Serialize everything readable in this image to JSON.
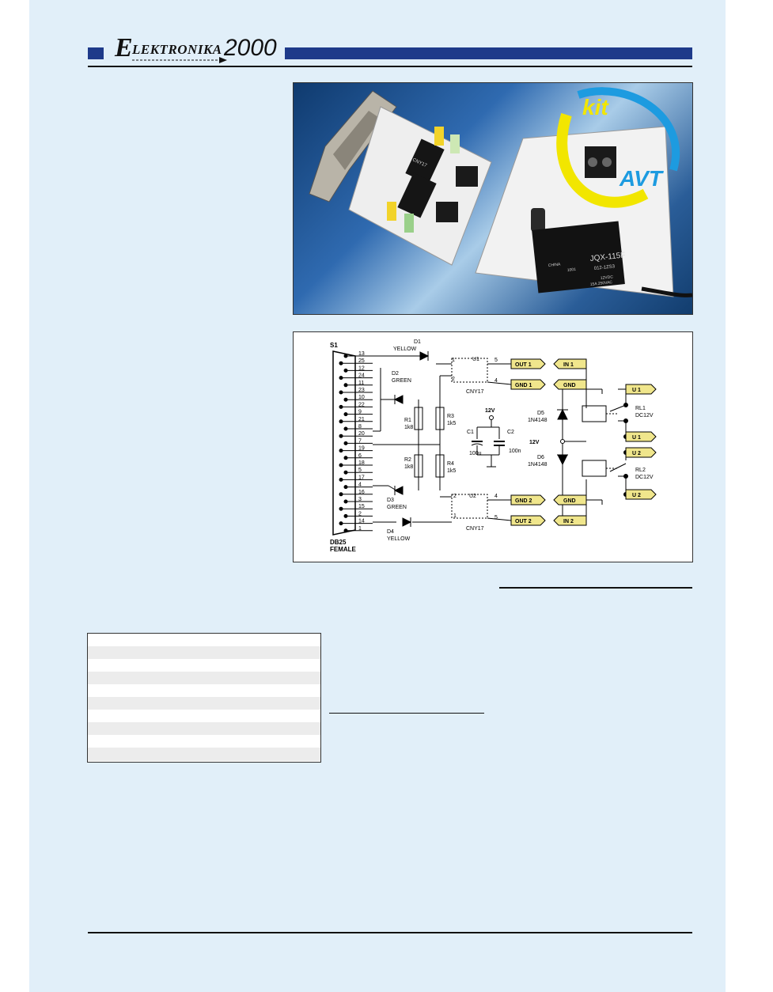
{
  "header": {
    "logo_e": "E",
    "logo_mid": "LEKTRONIKA",
    "logo_num": "2000"
  },
  "photo": {
    "badge_kit": "kit",
    "badge_avt": "AVT",
    "relay_model": "JQX-115F",
    "relay_code": "012-1ZS3",
    "relay_rating1": "12VDC",
    "relay_rating2": "15A 250VAC",
    "relay_origin": "CHINA",
    "relay_batch": "1001",
    "opto_label": "CNY17"
  },
  "schematic": {
    "connector": "S1",
    "connector_type1": "DB25",
    "connector_type2": "FEMALE",
    "pins": [
      "13",
      "25",
      "12",
      "24",
      "11",
      "23",
      "10",
      "22",
      "9",
      "21",
      "8",
      "20",
      "7",
      "19",
      "6",
      "18",
      "5",
      "17",
      "4",
      "16",
      "3",
      "15",
      "2",
      "14",
      "1"
    ],
    "d1": "D1",
    "d1_color": "YELLOW",
    "d2": "D2",
    "d2_color": "GREEN",
    "d3": "D3",
    "d3_color": "GREEN",
    "d4": "D4",
    "d4_color": "YELLOW",
    "r1": "R1",
    "r1_val": "1k8",
    "r2": "R2",
    "r2_val": "1k8",
    "r3": "R3",
    "r3_val": "1k5",
    "r4": "R4",
    "r4_val": "1k5",
    "u1": "U1",
    "u2": "U2",
    "u_type": "CNY17",
    "pin1": "1",
    "pin2": "2",
    "pin4": "4",
    "pin5": "5",
    "c1": "C1",
    "c1_val": "100u",
    "c2": "C2",
    "c2_val": "100n",
    "v12": "12V",
    "out1": "OUT 1",
    "gnd1": "GND 1",
    "gnd2": "GND 2",
    "out2": "OUT 2",
    "in1": "IN 1",
    "in2": "IN 2",
    "gnd": "GND",
    "d5": "D5",
    "d5_type": "1N4148",
    "d6": "D6",
    "d6_type": "1N4148",
    "rl1": "RL1",
    "rl2": "RL2",
    "rl_type": "DC12V",
    "u1_term": "U 1",
    "u2_term": "U 2"
  },
  "colors": {
    "page_bg": "#e1eff9",
    "header_blue": "#1e3a8a",
    "badge_yellow": "#f2e600",
    "badge_blue": "#1d9be0"
  }
}
